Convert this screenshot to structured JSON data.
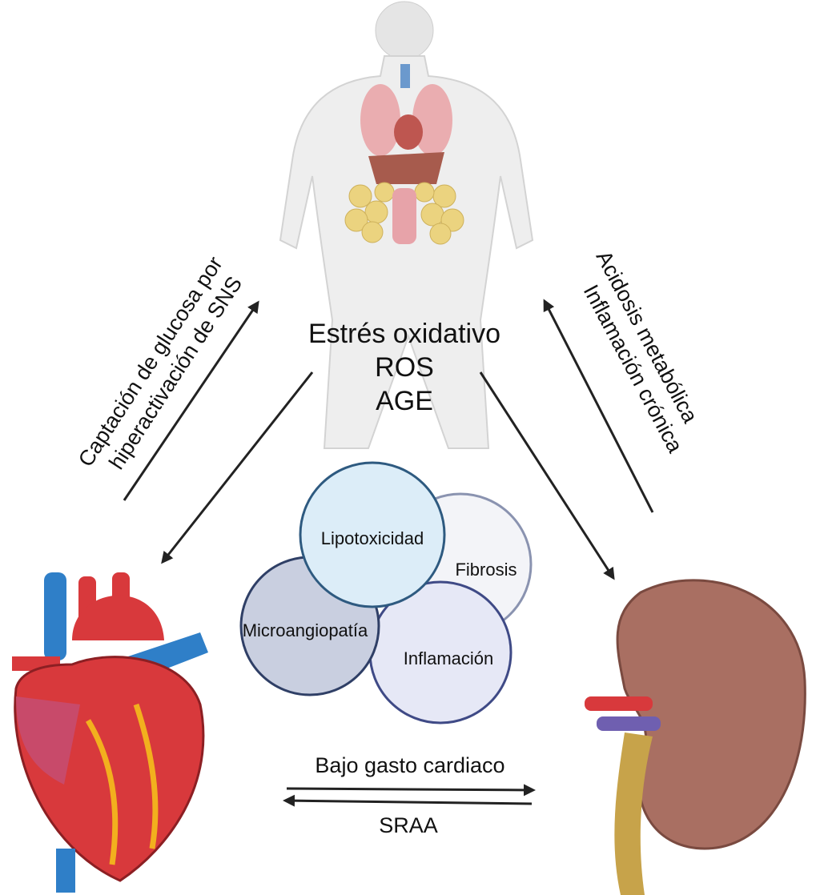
{
  "center": {
    "lines": [
      "Estrés oxidativo",
      "ROS",
      "AGE"
    ]
  },
  "left_link": {
    "lines": [
      "Captación de glucosa por",
      "hiperactivación de SNS"
    ]
  },
  "right_link": {
    "lines": [
      "Inflamación crónica",
      "Acidosis metabólica"
    ]
  },
  "bottom_link": {
    "top_label": "Bajo gasto cardiaco",
    "bottom_label": "SRAA"
  },
  "circles": [
    {
      "label": "Fibrosis",
      "fill": "#f3f4f8",
      "stroke": "#8a93b0"
    },
    {
      "label": "Inflamación",
      "fill": "#e6e8f6",
      "stroke": "#3f4a86"
    },
    {
      "label": "Microangiopatía",
      "fill": "#c9cfe0",
      "stroke": "#2f3f66"
    },
    {
      "label": "Lipotoxicidad",
      "fill": "#dcedf8",
      "stroke": "#2e5a80"
    }
  ],
  "illustrations": {
    "body": "obese-human-body-with-organs",
    "heart": "anatomical-heart",
    "kidney": "anatomical-kidney"
  },
  "colors": {
    "heart_red": "#d8393c",
    "vessel_blue": "#2f7fc8",
    "kidney": "#a96f62",
    "ureter": "#c7a34a",
    "arrow": "#222222"
  }
}
